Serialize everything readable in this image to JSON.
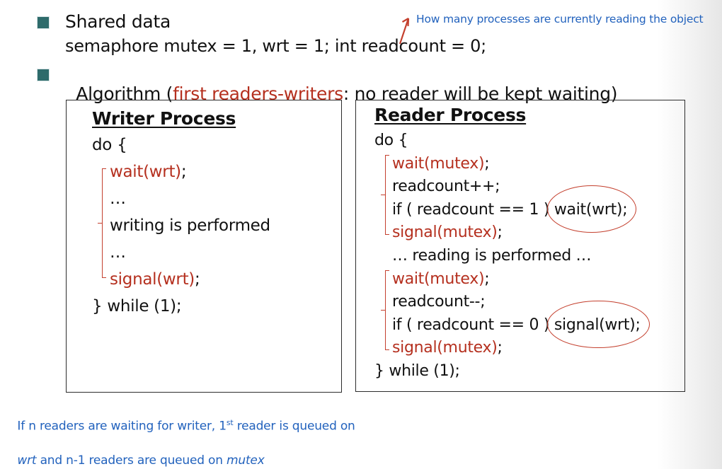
{
  "colors": {
    "red_text": "#b5301f",
    "red_shape": "#c4402e",
    "blue": "#2262bd",
    "teal_bullet": "#2e6b6b"
  },
  "bullet1": {
    "title": "Shared data",
    "code": "semaphore mutex = 1, wrt = 1; int readcount = 0;"
  },
  "annotation": {
    "icon": "up-arrow",
    "text": "How many processes are currently reading the object"
  },
  "bullet2": {
    "prefix": "Algorithm (",
    "highlight": "first readers-writers",
    "suffix": ": no reader will be kept waiting)"
  },
  "writer_box": {
    "title": "Writer Process",
    "lines": [
      {
        "text": "do {"
      },
      {
        "red": "wait(wrt)",
        "after": ";"
      },
      {
        "text": "…"
      },
      {
        "text": "writing is performed"
      },
      {
        "text": "…"
      },
      {
        "red": "signal(wrt)",
        "after": ";"
      },
      {
        "text": "} while (1);"
      }
    ]
  },
  "reader_box": {
    "title": "Reader Process",
    "lines": [
      {
        "text": "do {"
      },
      {
        "red": "wait(mutex)",
        "after": ";"
      },
      {
        "text": "readcount++;"
      },
      {
        "pre": "if ( readcount == 1 ) ",
        "circled": "wait(wrt);"
      },
      {
        "red": "signal(mutex)",
        "after": ";"
      },
      {
        "text": "… reading is performed …"
      },
      {
        "red": "wait(mutex)",
        "after": ";"
      },
      {
        "text": "readcount--;"
      },
      {
        "pre": "if ( readcount == 0 ) ",
        "circled": "signal(wrt);"
      },
      {
        "red": "signal(mutex)",
        "after": ";"
      },
      {
        "text": "} while (1);"
      }
    ]
  },
  "footnote": {
    "line1_a": "If n readers are waiting for writer, 1",
    "line1_sup": "st",
    "line1_b": " reader is queued on",
    "line2_em1": "wrt",
    "line2_mid": " and n-1 readers are queued on ",
    "line2_em2": "mutex"
  }
}
